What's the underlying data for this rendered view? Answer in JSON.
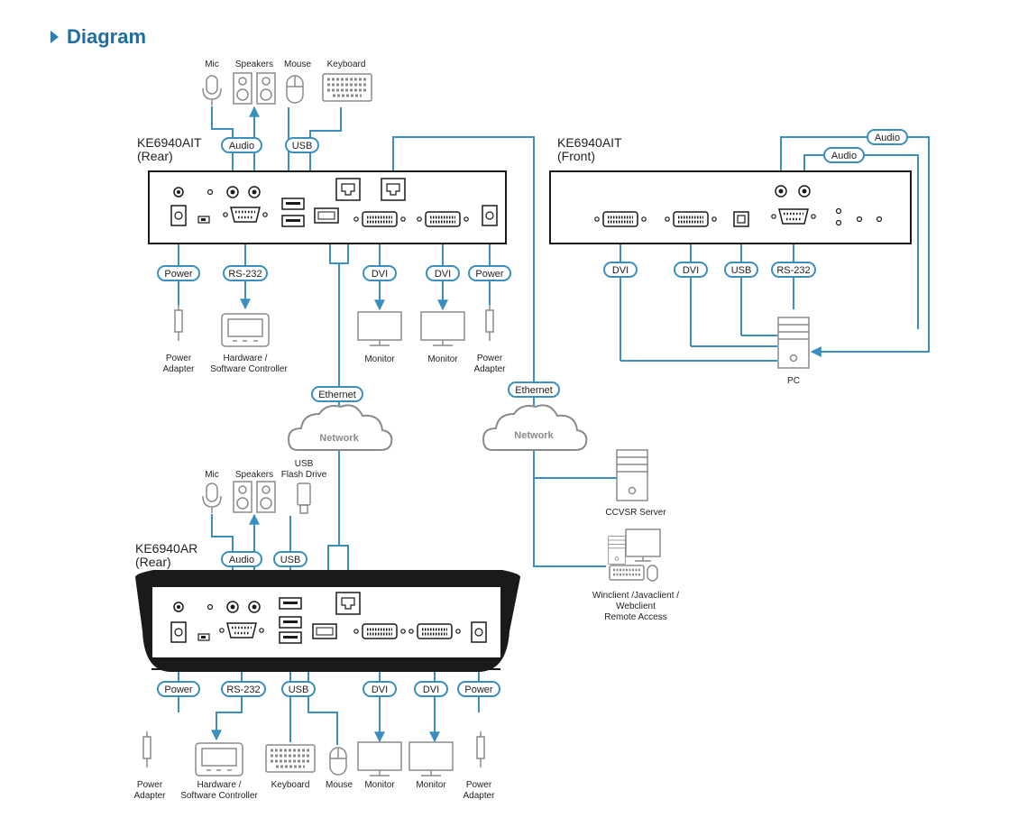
{
  "heading": "Diagram",
  "devices": {
    "ke6940ait_rear": {
      "name": "KE6940AIT",
      "side": "(Rear)"
    },
    "ke6940ait_front": {
      "name": "KE6940AIT",
      "side": "(Front)"
    },
    "ke6940ar_rear": {
      "name": "KE6940AR",
      "side": "(Rear)"
    }
  },
  "labels": {
    "audio": "Audio",
    "usb": "USB",
    "power": "Power",
    "rs232": "RS-232",
    "dvi": "DVI",
    "ethernet": "Ethernet",
    "network": "Network"
  },
  "peripherals": {
    "mic": "Mic",
    "speakers": "Speakers",
    "mouse": "Mouse",
    "keyboard": "Keyboard",
    "power_adapter_1": "Power",
    "power_adapter_2": "Adapter",
    "controller_1": "Hardware /",
    "controller_2": "Software Controller",
    "monitor": "Monitor",
    "usb_flash_1": "USB",
    "usb_flash_2": "Flash Drive",
    "pc": "PC",
    "ccvsr": "CCVSR Server",
    "remote_1": "Winclient /Javaclient /",
    "remote_2": "Webclient",
    "remote_3": "Remote Access"
  },
  "colors": {
    "line": "#3a8fbf",
    "frame": "#1a1a1a",
    "icon": "#8a8a8a",
    "heading": "#1f6ea3"
  }
}
